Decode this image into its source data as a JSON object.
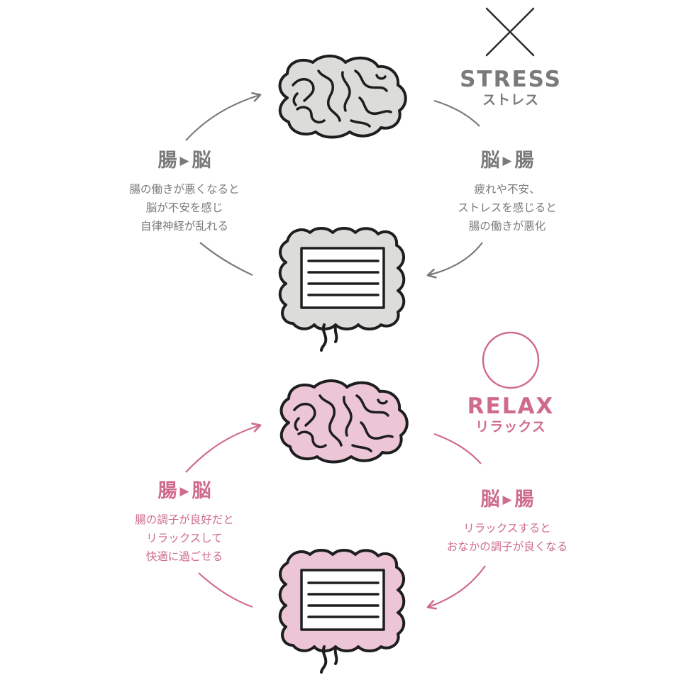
{
  "stress": {
    "symbol_icon": "cross-mark-icon",
    "title_en": "STRESS",
    "title_jp": "ストレス",
    "color": "#7a7a7a",
    "fill": "#dcdcda",
    "left": {
      "heading_from": "腸",
      "heading_arrow": "▶",
      "heading_to": "脳",
      "lines": [
        "腸の働きが悪くなると",
        "脳が不安を感じ",
        "自律神経が乱れる"
      ]
    },
    "right": {
      "heading_from": "脳",
      "heading_arrow": "▶",
      "heading_to": "腸",
      "lines": [
        "疲れや不安、",
        "ストレスを感じると",
        "腸の働きが悪化"
      ]
    }
  },
  "relax": {
    "symbol_icon": "circle-mark-icon",
    "title_en": "RELAX",
    "title_jp": "リラックス",
    "color": "#cf6b8d",
    "fill": "#ecc6d6",
    "left": {
      "heading_from": "腸",
      "heading_arrow": "▶",
      "heading_to": "脳",
      "lines": [
        "腸の調子が良好だと",
        "リラックスして",
        "快適に過ごせる"
      ]
    },
    "right": {
      "heading_from": "脳",
      "heading_arrow": "▶",
      "heading_to": "腸",
      "lines": [
        "リラックスすると",
        "おなかの調子が良くなる"
      ]
    }
  }
}
